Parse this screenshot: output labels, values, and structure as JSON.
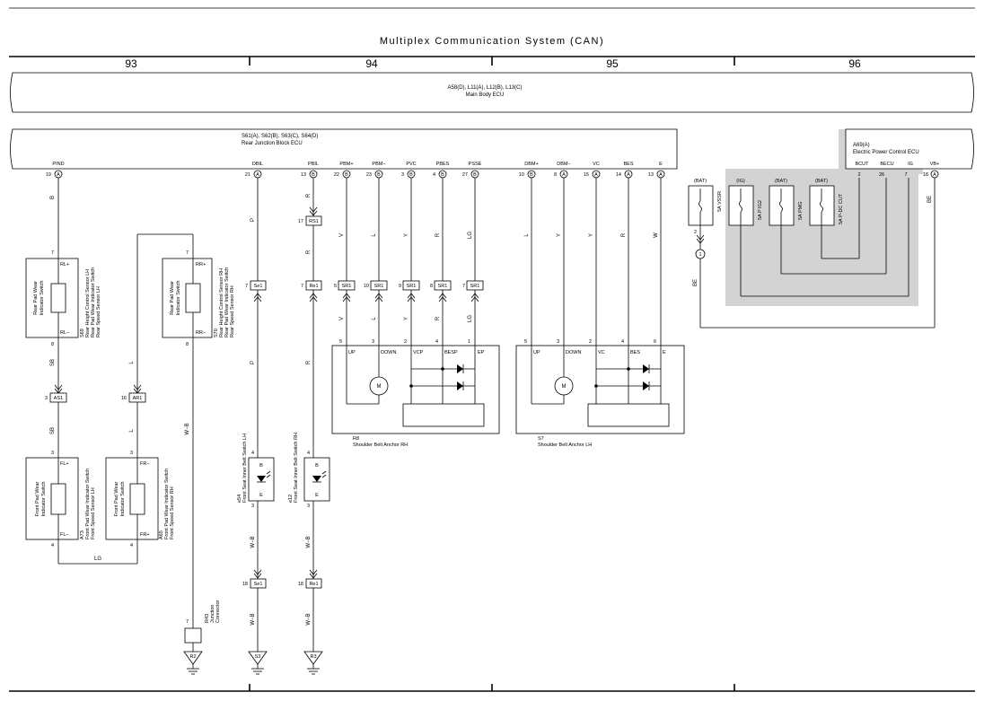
{
  "title": "Multiplex Communication System (CAN)",
  "sections": [
    "93",
    "94",
    "95",
    "96"
  ],
  "main_body_ecu": {
    "codes": "A58(D), L11(A), L12(B), L13(C)",
    "name": "Main Body ECU"
  },
  "rear_junction": {
    "codes": "S61(A), S62(B), S63(C), S64(D)",
    "name": "Rear Junction Block ECU"
  },
  "epc_ecu": {
    "codes": "A69(A)",
    "name": "Electric Power Control ECU"
  },
  "top_pins": [
    {
      "num": "19",
      "conn": "A",
      "name": "PIND"
    },
    {
      "num": "21",
      "conn": "A",
      "name": "DBIL"
    },
    {
      "num": "13",
      "conn": "B",
      "name": "PBIL"
    },
    {
      "num": "22",
      "conn": "B",
      "name": "PBM+"
    },
    {
      "num": "23",
      "conn": "B",
      "name": "PBM−"
    },
    {
      "num": "3",
      "conn": "B",
      "name": "PVC"
    },
    {
      "num": "4",
      "conn": "B",
      "name": "PBES"
    },
    {
      "num": "27",
      "conn": "B",
      "name": "PSSE"
    },
    {
      "num": "10",
      "conn": "B",
      "name": "DBM+"
    },
    {
      "num": "8",
      "conn": "A",
      "name": "DBM−"
    },
    {
      "num": "15",
      "conn": "A",
      "name": "VC"
    },
    {
      "num": "14",
      "conn": "A",
      "name": "BES"
    },
    {
      "num": "13",
      "conn": "A",
      "name": "E"
    }
  ],
  "epc_pins": [
    {
      "num": "2",
      "name": "BCUT"
    },
    {
      "num": "26",
      "name": "BECU"
    },
    {
      "num": "7",
      "name": "IG"
    },
    {
      "num": "18",
      "conn": "A",
      "name": "VB+"
    }
  ],
  "fuses": [
    {
      "supply": "(BAT)",
      "label": "5A VSSR",
      "pin": "2"
    },
    {
      "supply": "(IG)",
      "label": "5A P IG2"
    },
    {
      "supply": "(BAT)",
      "label": "5A PMG"
    },
    {
      "supply": "(BAT)",
      "label": "5A P-DC CUT"
    }
  ],
  "wire_colors": [
    "B",
    "P",
    "R",
    "V",
    "L",
    "Y",
    "R",
    "LG",
    "L",
    "Y",
    "Y",
    "R",
    "W",
    "BE",
    "SB",
    "L",
    "LG",
    "W−B"
  ],
  "connectors": {
    "rs1": {
      "pin": "17",
      "name": "RS1"
    },
    "se1": {
      "pin": "7",
      "name": "Se1"
    },
    "re1": {
      "pin": "7",
      "name": "Re1"
    },
    "sr1": [
      {
        "pin": "5",
        "name": "SR1"
      },
      {
        "pin": "10",
        "name": "SR1"
      },
      {
        "pin": "9",
        "name": "SR1"
      },
      {
        "pin": "8",
        "name": "SR1"
      },
      {
        "pin": "7",
        "name": "SR1"
      }
    ],
    "as1": {
      "pin": "3",
      "name": "AS1"
    },
    "ar1": {
      "pin": "16",
      "name": "AR1"
    },
    "se1b": {
      "pin": "18",
      "name": "Se1"
    },
    "re1b": {
      "pin": "18",
      "name": "Re1"
    }
  },
  "grounds": [
    "R2",
    "S3",
    "R3"
  ],
  "splice": "1",
  "components": {
    "s69": {
      "pin_top": "7",
      "pin_bot": "8",
      "t1": "RL+",
      "t2": "RL−",
      "inner1": "Rear Pad Wear",
      "inner2": "Indicator Switch",
      "c1": "S69",
      "c2": "Rear Height Control Sensor LH",
      "c3": "Rear Pad Wear Indicator Switch",
      "c4": "Rear Speed Sensor LH"
    },
    "s70": {
      "pin_top": "7",
      "pin_bot": "8",
      "t1": "RR+",
      "t2": "RR−",
      "inner1": "Rear Pad Wear",
      "inner2": "Indicator Switch",
      "c1": "S70",
      "c2": "Rear Height Control Sensor RH",
      "c3": "Rear Pad Wear Indicator Switch",
      "c4": "Rear Speed Sensor RH"
    },
    "a73": {
      "pin_top": "3",
      "pin_bot": "4",
      "t1": "FL+",
      "t2": "FL−",
      "inner1": "Front Pad Wear",
      "inner2": "Indicator Switch",
      "c1": "A73",
      "c2": "Front Pad Wear Indicator Switch",
      "c3": "Front Speed Sensor LH"
    },
    "a65": {
      "pin_top": "3",
      "pin_bot": "4",
      "t1": "FR−",
      "t2": "FR+",
      "inner1": "Front Pad Wear",
      "inner2": "Indicator Switch",
      "c1": "A65",
      "c2": "Front Pad Wear Indicator Switch",
      "c3": "Front Speed Sensor RH"
    },
    "e54": {
      "pin_top": "4",
      "pin_bot": "3",
      "t1": "B",
      "t2": "E",
      "c1": "e54",
      "c2": "Front Seat Inner Belt Switch LH"
    },
    "e12": {
      "pin_top": "4",
      "pin_bot": "3",
      "t1": "B",
      "t2": "E",
      "c1": "e12",
      "c2": "Front Seat Inner Belt Switch RH"
    },
    "r8": {
      "code": "R8",
      "name": "Shoulder Belt Anchor RH",
      "pins": [
        "5",
        "3",
        "2",
        "4",
        "1"
      ],
      "terms": [
        "UP",
        "DOWN",
        "VCP",
        "BESP",
        "EP"
      ]
    },
    "s7": {
      "code": "S7",
      "name": "Shoulder Belt Anchor LH",
      "pins": [
        "5",
        "3",
        "2",
        "4",
        "6"
      ],
      "terms": [
        "UP",
        "DOWN",
        "VC",
        "BES",
        "E"
      ]
    },
    "r43": {
      "pin": "7",
      "c1": "R43",
      "c2": "Junction",
      "c3": "Connector"
    }
  },
  "motor": "M"
}
